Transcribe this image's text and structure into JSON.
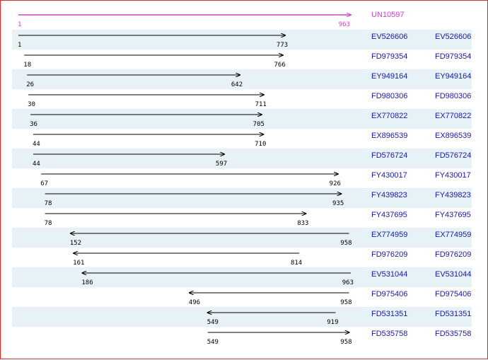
{
  "query": {
    "id": "UN10597",
    "start": 1,
    "end": 963,
    "color": "#cc44cc"
  },
  "alignments": [
    {
      "id": "EV526606",
      "start": 1,
      "end": 773,
      "strand": "plus"
    },
    {
      "id": "FD979354",
      "start": 18,
      "end": 766,
      "strand": "plus"
    },
    {
      "id": "EY949164",
      "start": 26,
      "end": 642,
      "strand": "plus"
    },
    {
      "id": "FD980306",
      "start": 30,
      "end": 711,
      "strand": "plus"
    },
    {
      "id": "EX770822",
      "start": 36,
      "end": 705,
      "strand": "plus"
    },
    {
      "id": "EX896539",
      "start": 44,
      "end": 710,
      "strand": "plus"
    },
    {
      "id": "FD576724",
      "start": 44,
      "end": 597,
      "strand": "plus"
    },
    {
      "id": "FY430017",
      "start": 67,
      "end": 926,
      "strand": "plus"
    },
    {
      "id": "FY439823",
      "start": 78,
      "end": 935,
      "strand": "plus"
    },
    {
      "id": "FY437695",
      "start": 78,
      "end": 833,
      "strand": "plus"
    },
    {
      "id": "EX774959",
      "start": 152,
      "end": 958,
      "strand": "minus"
    },
    {
      "id": "FD976209",
      "start": 161,
      "end": 814,
      "strand": "minus"
    },
    {
      "id": "EV531044",
      "start": 186,
      "end": 963,
      "strand": "minus"
    },
    {
      "id": "FD975406",
      "start": 496,
      "end": 958,
      "strand": "minus"
    },
    {
      "id": "FD531351",
      "start": 549,
      "end": 919,
      "strand": "minus"
    },
    {
      "id": "FD535758",
      "start": 549,
      "end": 958,
      "strand": "plus"
    }
  ],
  "colors": {
    "border": "#cc3333",
    "band": "#e6f2f6",
    "link": "#1a1aa6",
    "line": "#000000"
  }
}
